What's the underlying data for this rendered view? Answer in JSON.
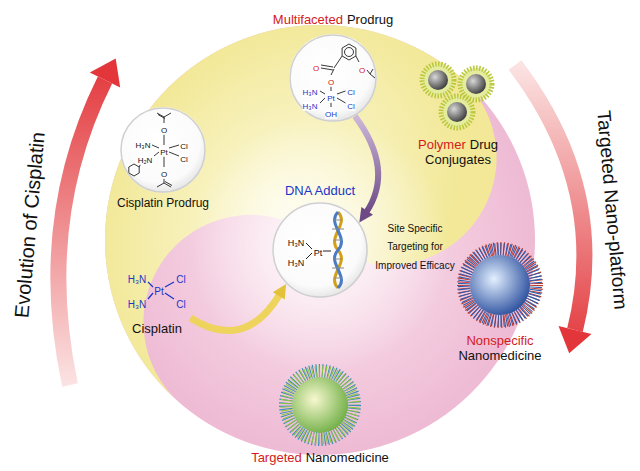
{
  "diagram": {
    "nodes": [
      {
        "text": [
          "Multifaceted",
          "Prodrug"
        ]
      },
      {
        "text": [
          "Cisplatin Prodrug"
        ]
      },
      {
        "text": [
          "Polymer",
          "Drug Conjugates"
        ]
      },
      {
        "text": [
          "DNA Adduct"
        ]
      },
      {
        "text": [
          "Cisplatin"
        ]
      },
      {
        "text": [
          "Nonspecific",
          "Nanomedicine"
        ]
      },
      {
        "text": [
          "Targeted",
          "Nanomedicine"
        ]
      }
    ],
    "edges": [
      {
        "from": 0,
        "to": 3,
        "arrow": "to"
      },
      {
        "from": 4,
        "to": 3,
        "arrow": "to"
      }
    ],
    "labels": [
      "Evolution of Cisplatin",
      "Targeted Nano-platform",
      "Site Specific Targeting for Improved Efficacy",
      "H₃N",
      "H₃N",
      "Pt",
      "Cl",
      "Cl",
      "OH",
      "O",
      "O",
      "O",
      "O",
      "O",
      "H₃N",
      "H₂N",
      "Pt",
      "Cl",
      "Cl",
      "H₃N",
      "H₃N",
      "Pt",
      "H₃N",
      "Cl",
      "Pt",
      "H₃N",
      "Cl"
    ]
  }
}
